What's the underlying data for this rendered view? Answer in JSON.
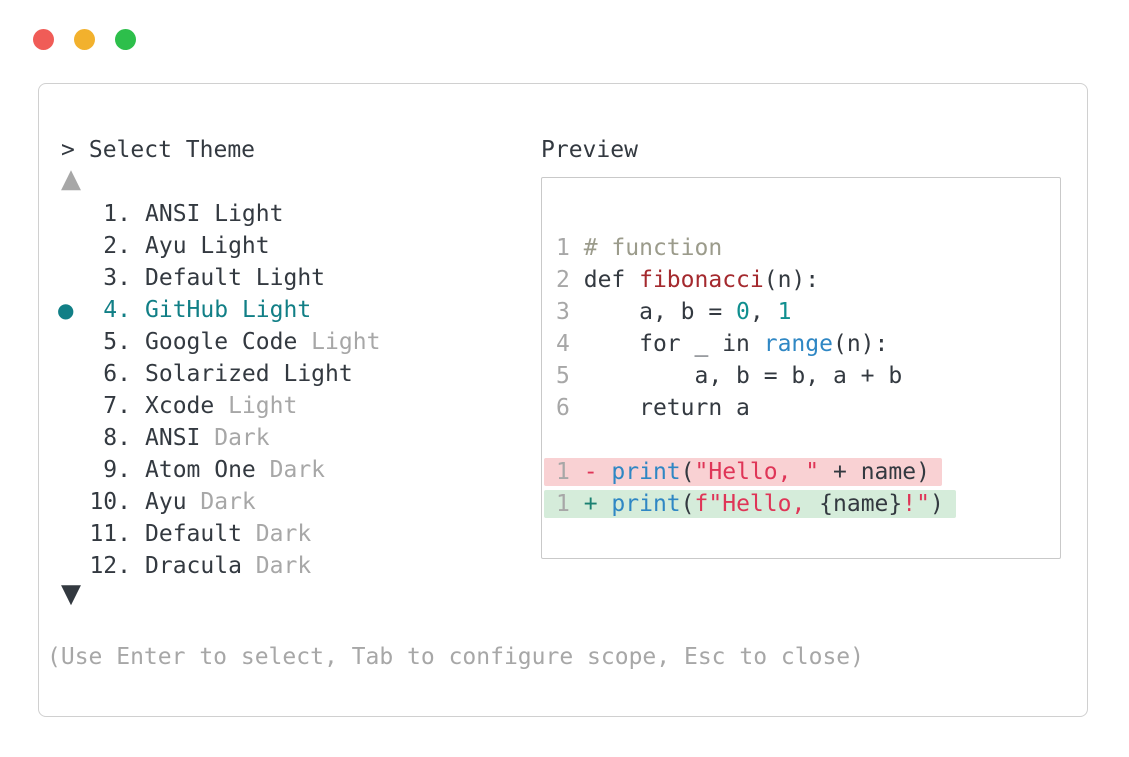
{
  "window": {
    "controls": [
      {
        "name": "close",
        "color": "#f05c57"
      },
      {
        "name": "minimize",
        "color": "#f2b12d"
      },
      {
        "name": "zoom",
        "color": "#2dbf4b"
      }
    ]
  },
  "selector": {
    "prompt_marker": ">",
    "title": "Select Theme",
    "scroll_up": "▲",
    "scroll_down": "▼",
    "selected_bullet": "●",
    "items": [
      {
        "num": "1.",
        "name": "ANSI",
        "variant": "Light",
        "variant_muted": false,
        "selected": false
      },
      {
        "num": "2.",
        "name": "Ayu",
        "variant": "Light",
        "variant_muted": false,
        "selected": false
      },
      {
        "num": "3.",
        "name": "Default",
        "variant": "Light",
        "variant_muted": false,
        "selected": false
      },
      {
        "num": "4.",
        "name": "GitHub",
        "variant": "Light",
        "variant_muted": false,
        "selected": true
      },
      {
        "num": "5.",
        "name": "Google Code",
        "variant": "Light",
        "variant_muted": true,
        "selected": false
      },
      {
        "num": "6.",
        "name": "Solarized",
        "variant": "Light",
        "variant_muted": false,
        "selected": false
      },
      {
        "num": "7.",
        "name": "Xcode",
        "variant": "Light",
        "variant_muted": true,
        "selected": false
      },
      {
        "num": "8.",
        "name": "ANSI",
        "variant": "Dark",
        "variant_muted": true,
        "selected": false
      },
      {
        "num": "9.",
        "name": "Atom One",
        "variant": "Dark",
        "variant_muted": true,
        "selected": false
      },
      {
        "num": "10.",
        "name": "Ayu",
        "variant": "Dark",
        "variant_muted": true,
        "selected": false
      },
      {
        "num": "11.",
        "name": "Default",
        "variant": "Dark",
        "variant_muted": true,
        "selected": false
      },
      {
        "num": "12.",
        "name": "Dracula",
        "variant": "Dark",
        "variant_muted": true,
        "selected": false
      }
    ],
    "hint": "(Use Enter to select, Tab to configure scope, Esc to close)"
  },
  "preview": {
    "label": "Preview",
    "code_lines": [
      {
        "num": "1",
        "tokens": [
          {
            "text": "# function",
            "color": "comment"
          }
        ]
      },
      {
        "num": "2",
        "tokens": [
          {
            "text": "def ",
            "color": "text"
          },
          {
            "text": "fibonacci",
            "color": "function"
          },
          {
            "text": "(n):",
            "color": "text"
          }
        ]
      },
      {
        "num": "3",
        "tokens": [
          {
            "text": "    a, b = ",
            "color": "text"
          },
          {
            "text": "0",
            "color": "number"
          },
          {
            "text": ", ",
            "color": "text"
          },
          {
            "text": "1",
            "color": "number"
          }
        ]
      },
      {
        "num": "4",
        "tokens": [
          {
            "text": "    for _ in ",
            "color": "text"
          },
          {
            "text": "range",
            "color": "builtin"
          },
          {
            "text": "(n):",
            "color": "text"
          }
        ]
      },
      {
        "num": "5",
        "tokens": [
          {
            "text": "        a, b = b, a + b",
            "color": "text"
          }
        ]
      },
      {
        "num": "6",
        "tokens": [
          {
            "text": "    return a",
            "color": "text"
          }
        ]
      }
    ],
    "diff_lines": [
      {
        "num": "1",
        "type": "removed",
        "tokens": [
          {
            "text": "- ",
            "color": "minus"
          },
          {
            "text": "print",
            "color": "builtin"
          },
          {
            "text": "(",
            "color": "text"
          },
          {
            "text": "\"Hello, \"",
            "color": "string"
          },
          {
            "text": " + name)",
            "color": "text"
          }
        ]
      },
      {
        "num": "1",
        "type": "added",
        "tokens": [
          {
            "text": "+ ",
            "color": "plus"
          },
          {
            "text": "print",
            "color": "builtin"
          },
          {
            "text": "(",
            "color": "text"
          },
          {
            "text": "f\"Hello, ",
            "color": "string"
          },
          {
            "text": "{name}",
            "color": "text"
          },
          {
            "text": "!\"",
            "color": "string"
          },
          {
            "text": ")",
            "color": "text"
          }
        ]
      }
    ]
  },
  "colors": {
    "panel_border": "#d0d0d0",
    "preview_border": "#c9c9c9",
    "ui_text": "#333940",
    "muted": "#a7a7a7",
    "selected": "#117f86",
    "removed_bg": "#f9d1d3",
    "added_bg": "#d5ecda",
    "syntax": {
      "text": "#333940",
      "comment": "#9b9b8b",
      "function": "#a4292e",
      "number": "#108f8f",
      "builtin": "#2f87c4",
      "string": "#df3557",
      "minus": "#df3557",
      "plus": "#1b8071",
      "line_number": "#a7a7a7"
    }
  }
}
